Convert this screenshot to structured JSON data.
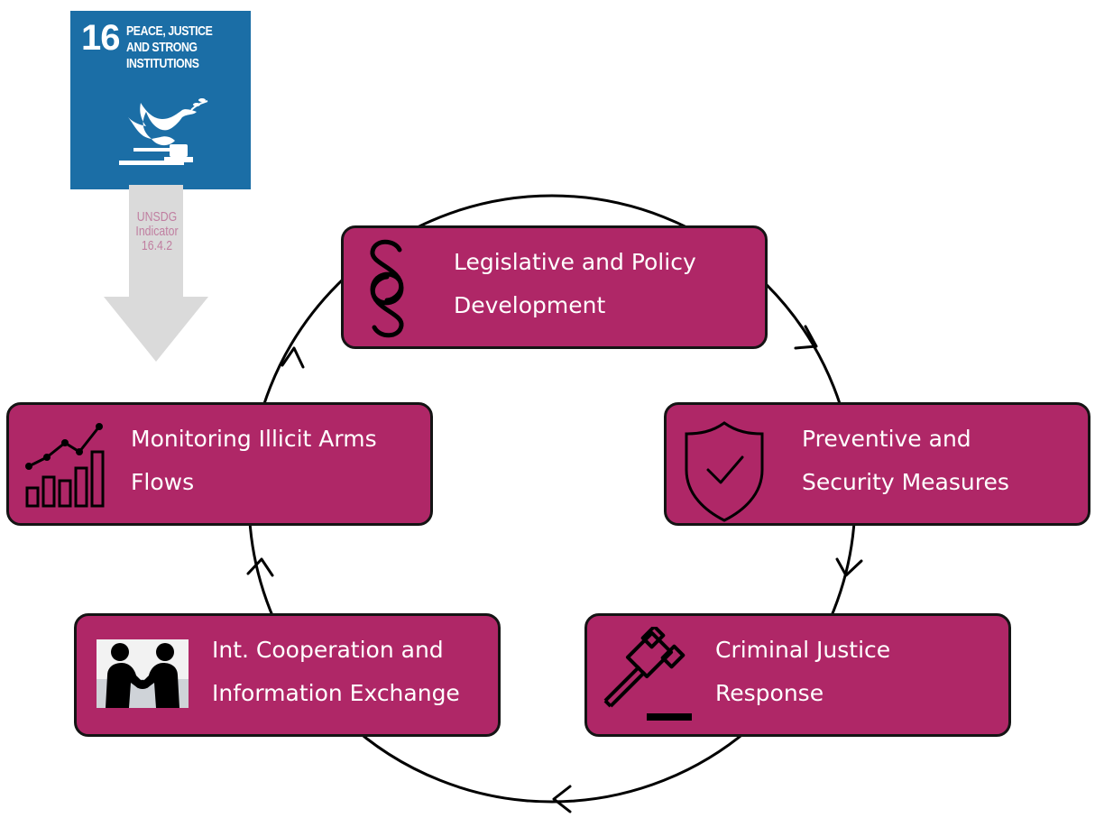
{
  "sdg": {
    "number": "16",
    "title": "PEACE, JUSTICE\nAND STRONG\nINSTITUTIONS",
    "color": "#1b6ea6",
    "icon": "dove-gavel-icon"
  },
  "indicator": {
    "text": "UNSDG\nIndicator\n16.4.2",
    "color": "#c07ea0",
    "arrow_color": "#dadada"
  },
  "cycle": {
    "node_color": "#af2767",
    "nodes": [
      {
        "id": "legislative",
        "label": "Legislative and Policy\nDevelopment",
        "icon": "section-sign-icon"
      },
      {
        "id": "preventive",
        "label": "Preventive and\nSecurity Measures",
        "icon": "shield-check-icon"
      },
      {
        "id": "criminal",
        "label": "Criminal Justice\nResponse",
        "icon": "gavel-icon"
      },
      {
        "id": "intcoop",
        "label": "Int. Cooperation and\nInformation Exchange",
        "icon": "handshake-icon"
      },
      {
        "id": "monitoring",
        "label": "Monitoring Illicit Arms\nFlows",
        "icon": "bar-chart-trend-icon"
      }
    ]
  }
}
